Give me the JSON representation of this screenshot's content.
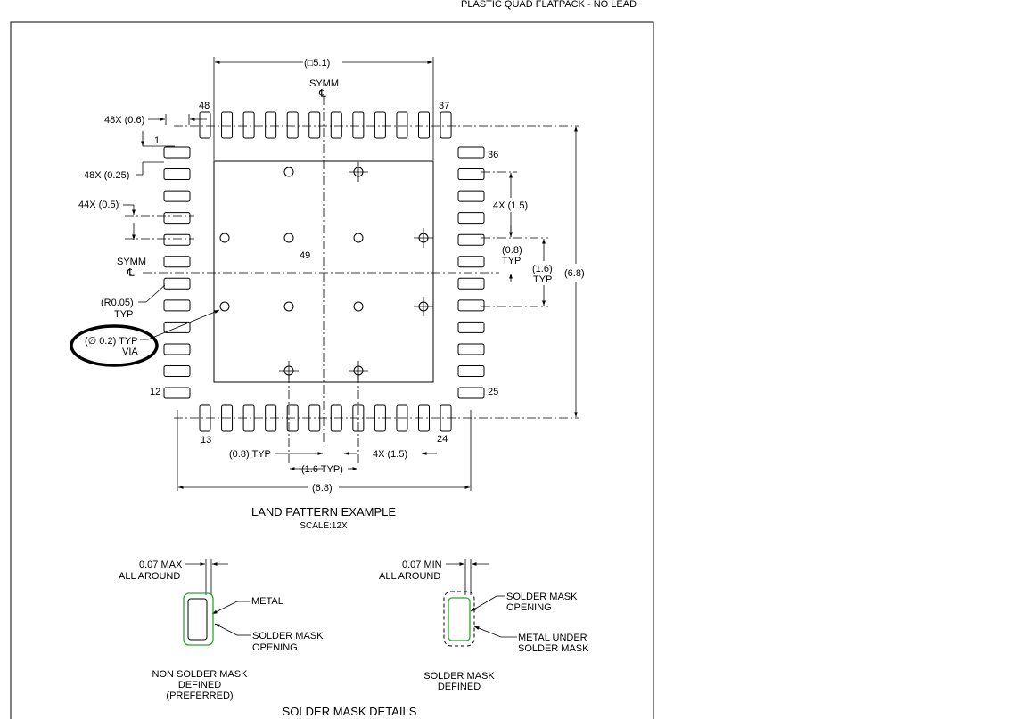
{
  "header": {
    "package_title": "PLASTIC QUAD FLATPACK - NO LEAD"
  },
  "land_pattern": {
    "title": "LAND PATTERN EXAMPLE",
    "scale": "SCALE:12X",
    "center_pad_label": "49",
    "pins": {
      "p48": "48",
      "p37": "37",
      "p36": "36",
      "p25": "25",
      "p24": "24",
      "p13": "13",
      "p12": "12",
      "p1": "1"
    },
    "dims": {
      "top_width": "(□5.1)",
      "symm": "SYMM",
      "pad_length": "48X (0.6)",
      "pad_width": "48X (0.25)",
      "pitch": "44X (0.5)",
      "corner_radius": "(R0.05)",
      "typ": "TYP",
      "via_diameter": "(∅ 0.2) TYP",
      "via": "VIA",
      "via_pitch_right": "4X (1.5)",
      "via_offset_right": "(0.8)",
      "via_spacing_right": "(1.6)",
      "overall_height": "(6.8)",
      "via_offset_bottom": "(0.8) TYP",
      "via_spacing_bottom": "(1.6 TYP)",
      "via_pitch_bottom": "4X (1.5)",
      "overall_width": "(6.8)"
    }
  },
  "solder_mask": {
    "title": "SOLDER MASK DETAILS",
    "nsmd": {
      "clearance": "0.07 MAX",
      "all_around": "ALL AROUND",
      "metal": "METAL",
      "opening_1": "SOLDER MASK",
      "opening_2": "OPENING",
      "caption_1": "NON SOLDER MASK",
      "caption_2": "DEFINED",
      "caption_3": "(PREFERRED)"
    },
    "smd": {
      "clearance": "0.07 MIN",
      "all_around": "ALL AROUND",
      "opening_1": "SOLDER MASK",
      "opening_2": "OPENING",
      "metal_1": "METAL UNDER",
      "metal_2": "SOLDER MASK",
      "caption_1": "SOLDER MASK",
      "caption_2": "DEFINED"
    }
  },
  "colors": {
    "line": "#000000",
    "mask_outline": "#2aa52a",
    "annotation_ellipse": "#000000"
  }
}
